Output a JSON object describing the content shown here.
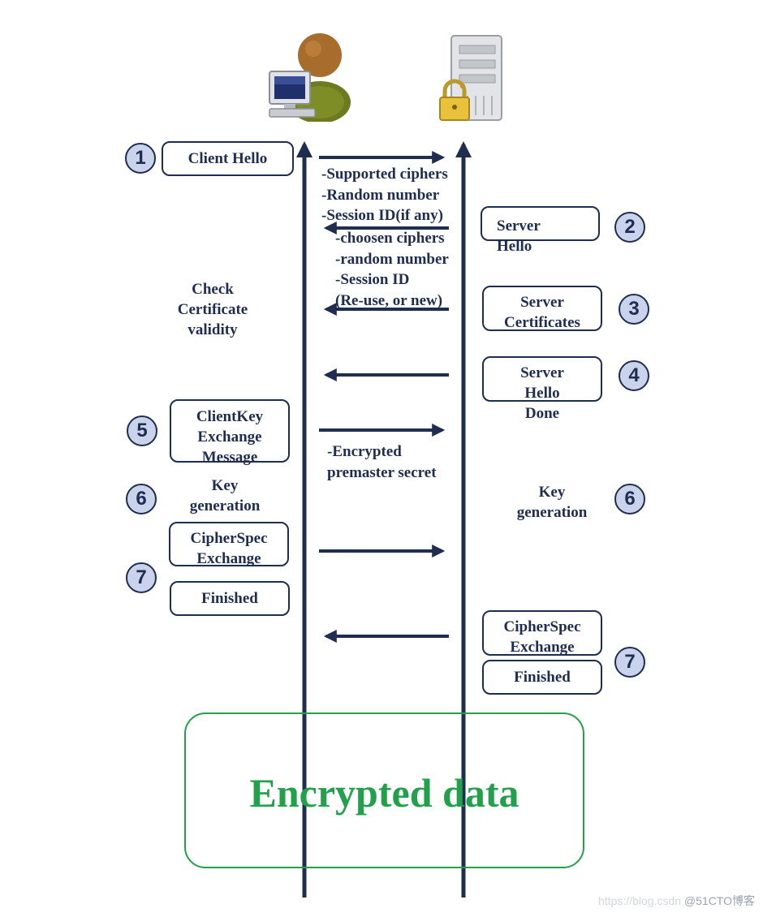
{
  "client_steps": {
    "client_hello": "Client Hello",
    "check_certificate": [
      "Check",
      "Certificate",
      "validity"
    ],
    "client_key_exchange": [
      "ClientKey",
      "Exchange",
      "Message"
    ],
    "key_generation": [
      "Key",
      "generation"
    ],
    "cipher_spec_exchange": [
      "CipherSpec",
      "Exchange"
    ],
    "finished": "Finished"
  },
  "server_steps": {
    "server_hello": [
      "Server",
      "Hello"
    ],
    "server_certificates": [
      "Server",
      "Certificates"
    ],
    "server_hello_done": [
      "Server",
      "Hello",
      "Done"
    ],
    "key_generation": [
      "Key",
      "generation"
    ],
    "cipher_spec_exchange": [
      "CipherSpec",
      "Exchange"
    ],
    "finished": "Finished"
  },
  "step_numbers": {
    "client_hello": "1",
    "server_hello": "2",
    "server_certificates": "3",
    "server_hello_done": "4",
    "client_key_exchange": "5",
    "client_key_generation": "6",
    "server_key_generation": "6",
    "client_cipher_finished": "7",
    "server_cipher_finished": "7"
  },
  "messages": {
    "client_hello_details": [
      "-Supported ciphers",
      "-Random number",
      "-Session ID(if any)"
    ],
    "server_hello_details": [
      "-choosen ciphers",
      "-random number",
      "-Session ID",
      "(Re-use, or new)"
    ],
    "key_exchange_details": [
      "-Encrypted",
      "premaster secret"
    ]
  },
  "encrypted_data_label": "Encrypted data",
  "watermark": {
    "faint": "https://blog.csdn",
    "main": "@51CTO博客"
  },
  "icons": {
    "client": "user-computer-icon",
    "server": "locked-server-icon"
  },
  "colors": {
    "line": "#1f2d50",
    "badge_fill": "#c9d3ec",
    "encrypted": "#22a04b"
  }
}
